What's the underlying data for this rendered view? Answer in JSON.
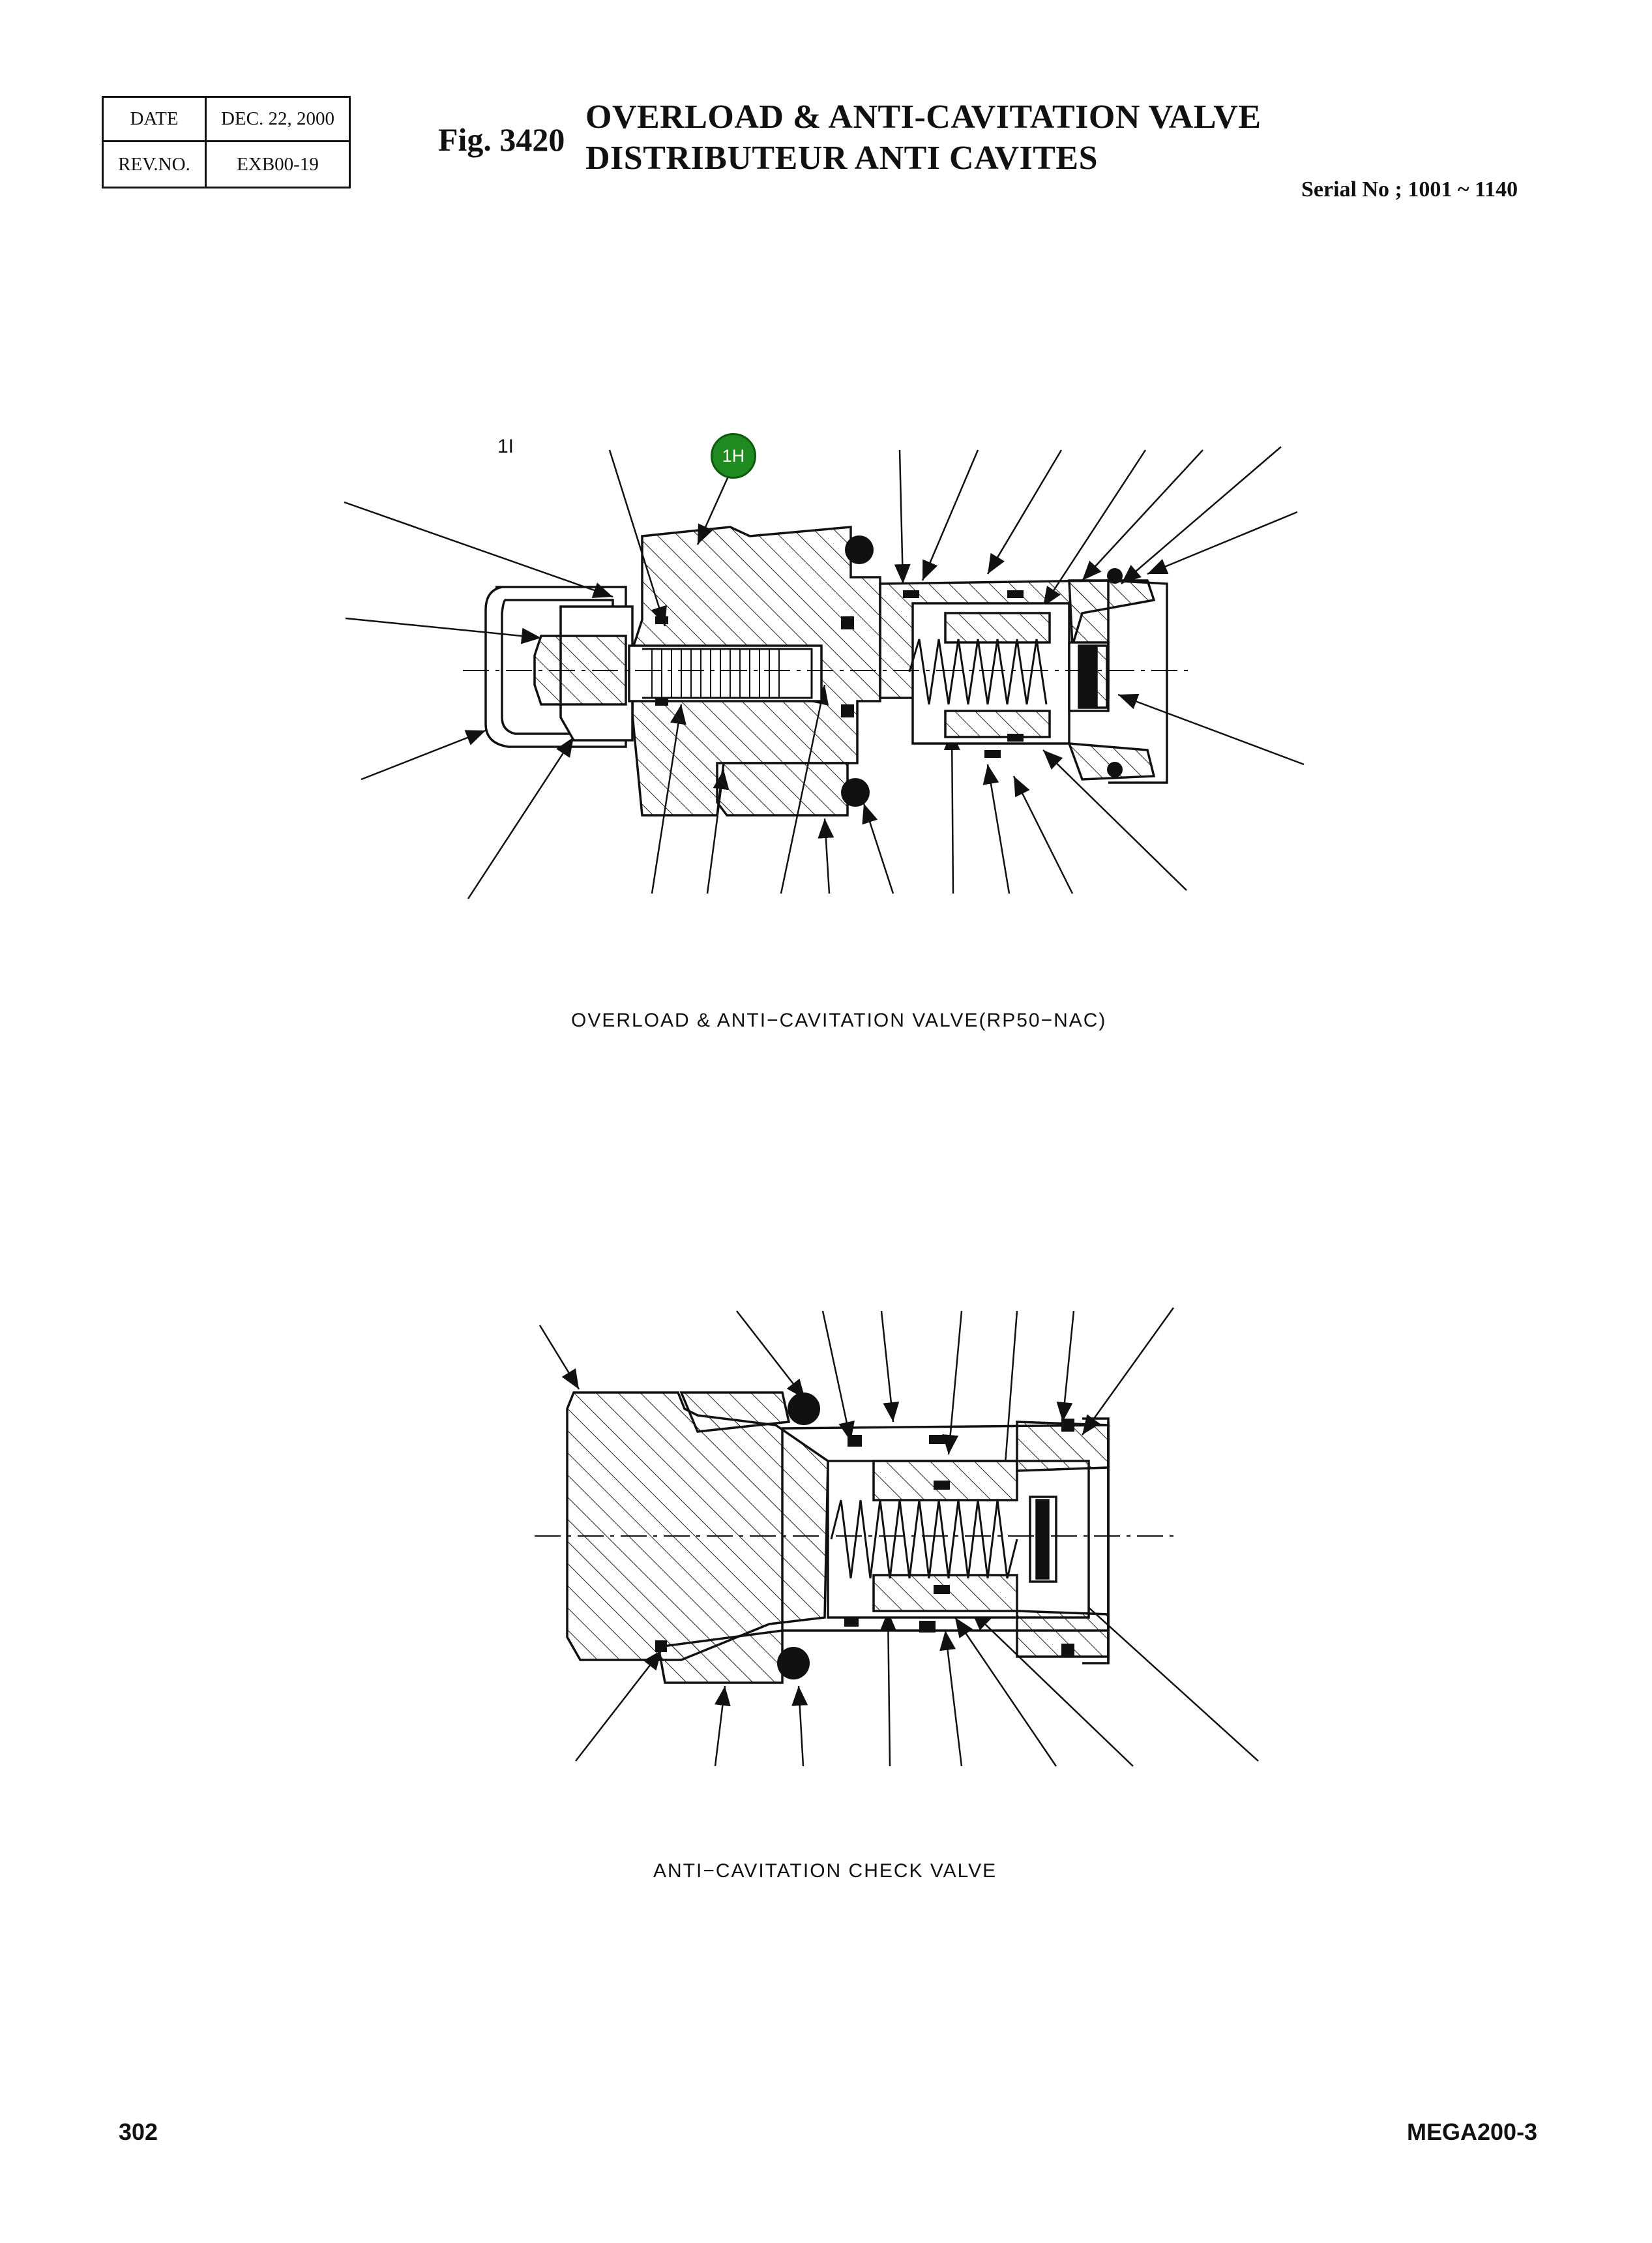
{
  "revision_box": {
    "date_label": "DATE",
    "date_value": "DEC. 22, 2000",
    "rev_label": "REV.NO.",
    "rev_value": "EXB00-19"
  },
  "header": {
    "figure": "Fig. 3420",
    "title_en": "OVERLOAD & ANTI-CAVITATION VALVE",
    "title_fr": "DISTRIBUTEUR ANTI CAVITES",
    "serial": "Serial No ; 1001 ~ 1140"
  },
  "callouts": {
    "label_1i": "1I",
    "label_1h": "1H"
  },
  "diagrams": {
    "top_caption": "OVERLOAD & ANTI−CAVITATION VALVE(RP50−NAC)",
    "bottom_caption": "ANTI−CAVITATION CHECK VALVE"
  },
  "footer": {
    "page_number": "302",
    "model": "MEGA200-3"
  },
  "colors": {
    "callout_badge": "#1f8a1f",
    "ink": "#111111"
  }
}
